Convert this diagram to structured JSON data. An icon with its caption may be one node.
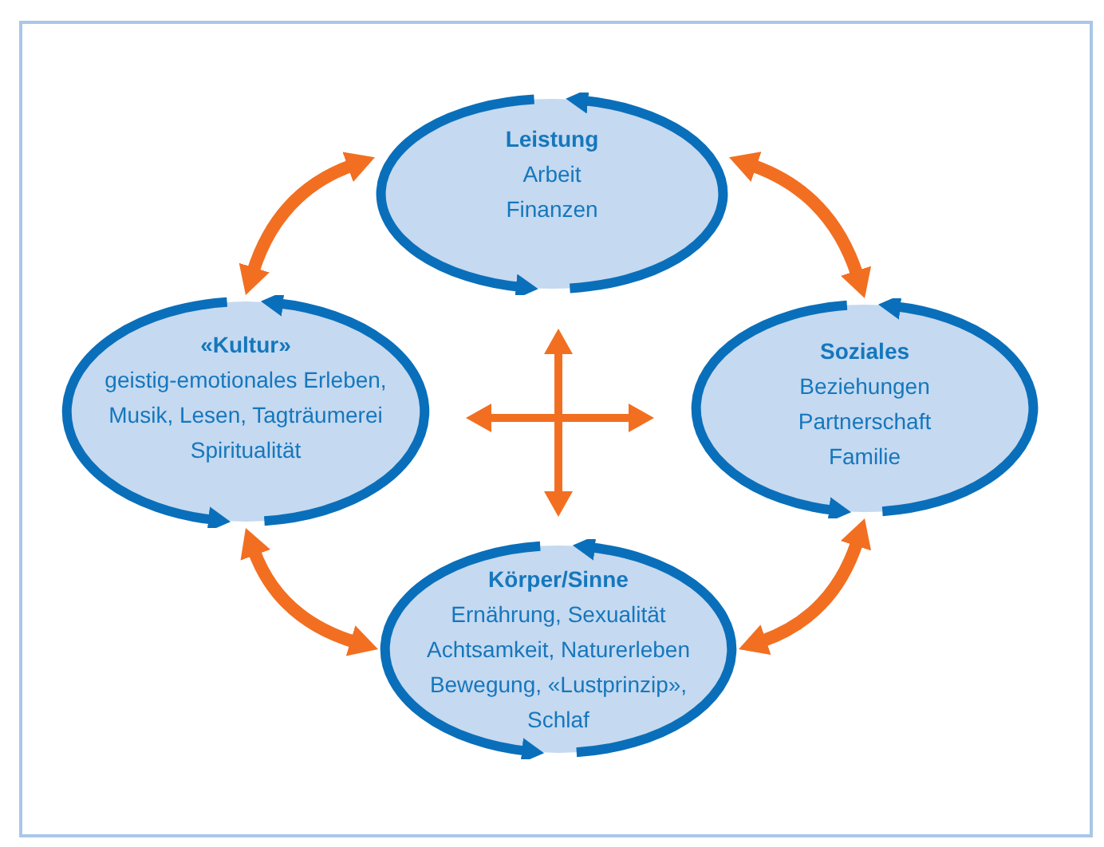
{
  "diagram": {
    "nodes": [
      {
        "text": [
          "Leistung",
          "Arbeit",
          "Finanzen"
        ]
      },
      {
        "text": [
          "«Kultur»",
          "geistig-emotionales Erleben, Musik, Lesen, Tagträumerei",
          "Spiritualität"
        ]
      },
      {
        "text": [
          "Soziales",
          "Beziehungen",
          "Partnerschaft",
          "Familie"
        ]
      },
      {
        "text": [
          "Körper/Sinne",
          "Ernährung, Sexualität",
          "Achtsamkeit, Naturerleben",
          "Bewegung, «Lustprinzip», Schlaf"
        ]
      }
    ],
    "edges": [
      {
        "from": 1,
        "to": 0,
        "arrow": "both"
      },
      {
        "from": 0,
        "to": 2,
        "arrow": "both"
      },
      {
        "from": 1,
        "to": 3,
        "arrow": "both"
      },
      {
        "from": 2,
        "to": 3,
        "arrow": "both"
      }
    ]
  }
}
